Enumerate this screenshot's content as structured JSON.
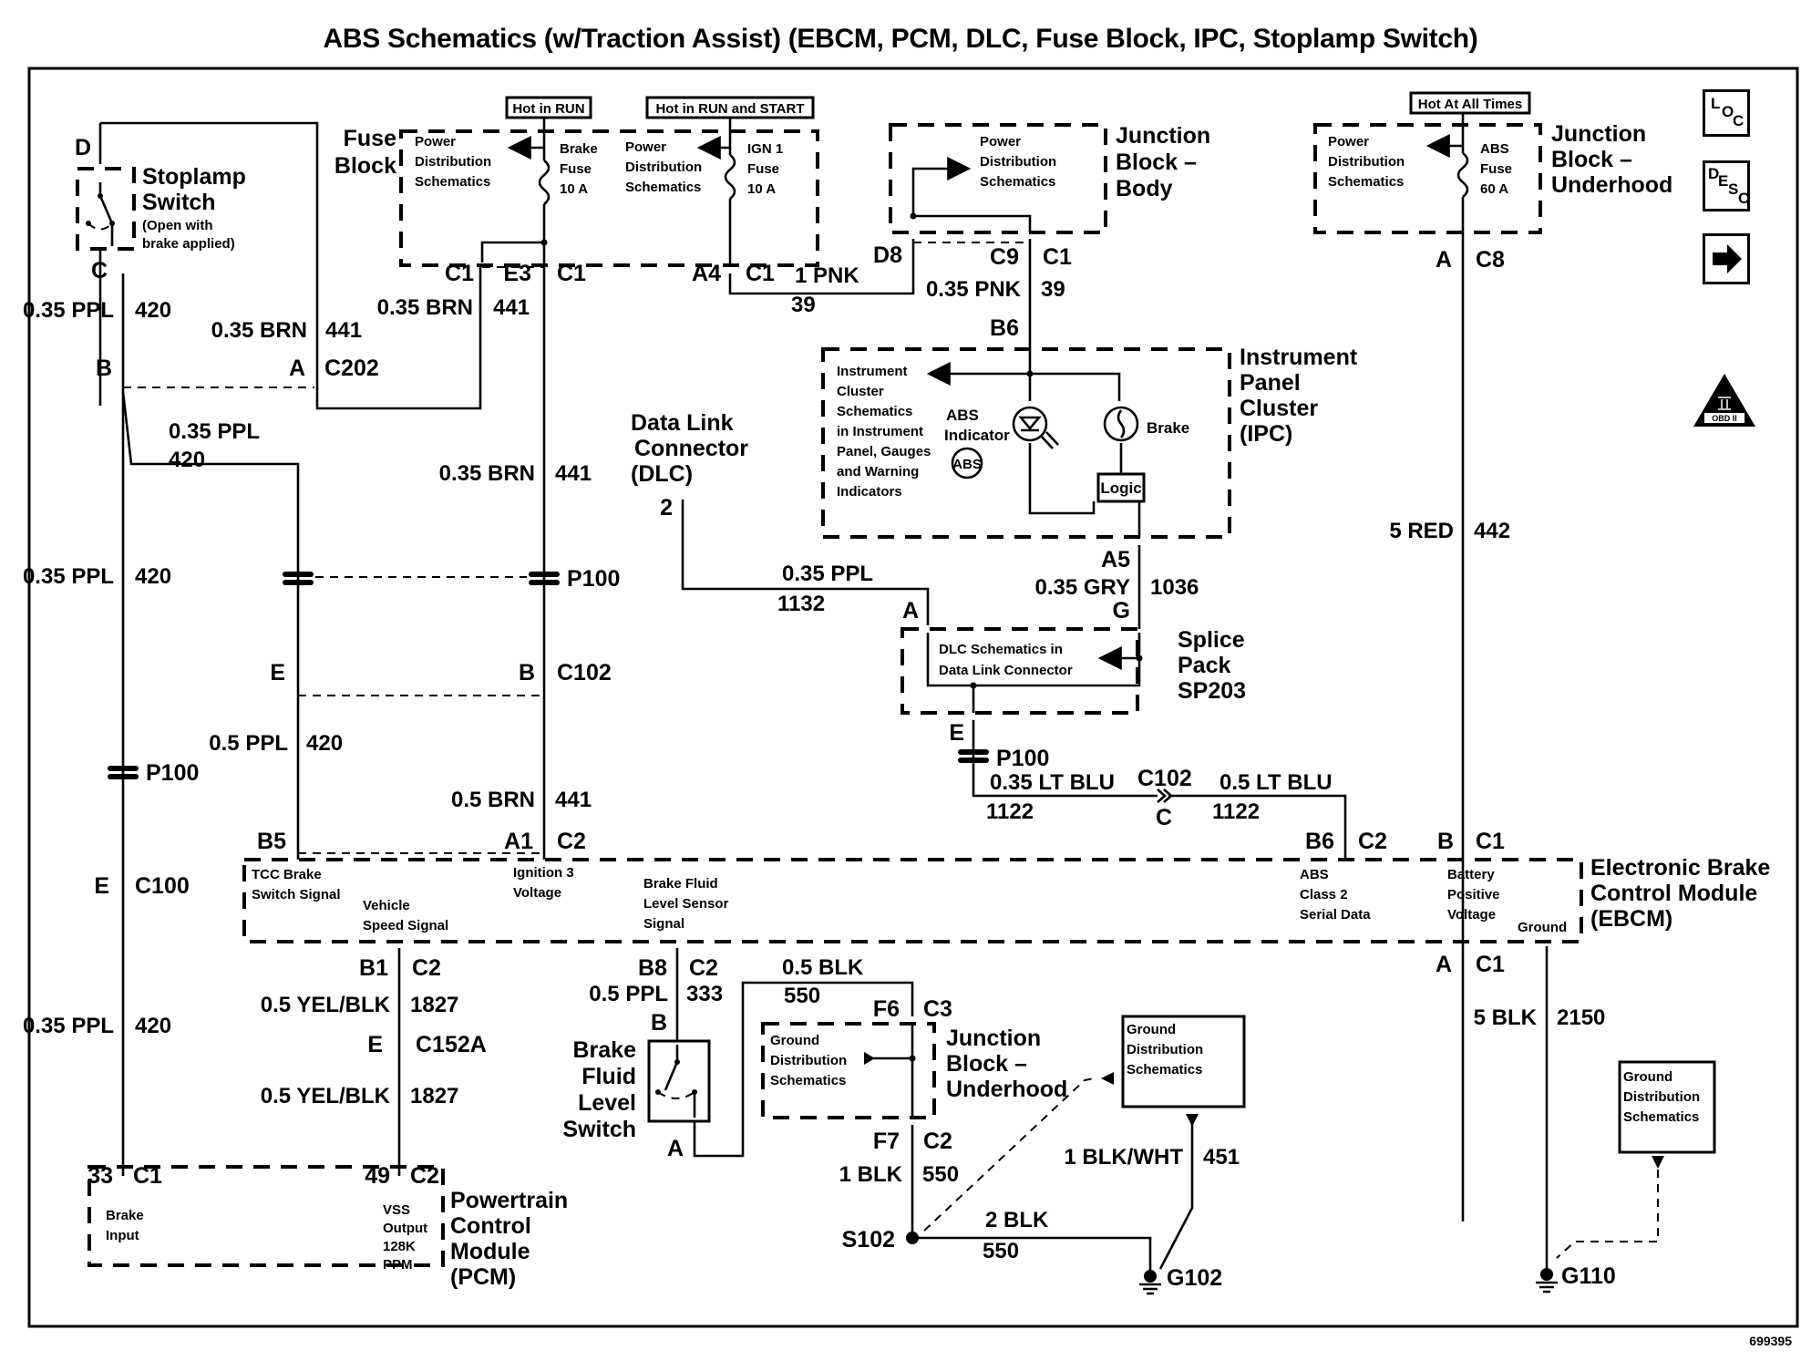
{
  "title": "ABS Schematics (w/Traction Assist) (EBCM, PCM, DLC, Fuse Block, IPC, Stoplamp Switch)",
  "figure_id": "699395",
  "nav": {
    "loc_letters": [
      "L",
      "O",
      "C"
    ],
    "desc_letters": [
      "D",
      "E",
      "S",
      "C"
    ],
    "next_icon": "right-arrow-icon",
    "obd_badge": "OBD II"
  },
  "power_labels": {
    "hot_in_run": "Hot in RUN",
    "hot_in_run_start": "Hot in RUN and START",
    "hot_at_all_times": "Hot At All Times"
  },
  "components": {
    "fuse_block": {
      "name": [
        "Fuse",
        "Block"
      ]
    },
    "power_dist_1": [
      "Power",
      "Distribution",
      "Schematics"
    ],
    "brake_fuse": [
      "Brake",
      "Fuse",
      "10 A"
    ],
    "ign1_fuse": [
      "IGN 1",
      "Fuse",
      "10 A"
    ],
    "jb_body": {
      "name": [
        "Junction",
        "Block –",
        "Body"
      ]
    },
    "jb_underhood_top": {
      "name": [
        "Junction",
        "Block –",
        "Underhood"
      ]
    },
    "abs_fuse": [
      "ABS",
      "Fuse",
      "60 A"
    ],
    "stoplamp": {
      "name": [
        "Stoplamp",
        "Switch"
      ],
      "note": [
        "(Open with",
        "brake applied)"
      ]
    },
    "ipc": {
      "name": [
        "Instrument",
        "Panel",
        "Cluster",
        "(IPC)"
      ],
      "ref": [
        "Instrument",
        "Cluster",
        "Schematics",
        "in Instrument",
        "Panel, Gauges",
        "and Warning",
        "Indicators"
      ],
      "abs_indicator": [
        "ABS",
        "Indicator"
      ],
      "abs_symbol": "ABS",
      "brake": "Brake",
      "logic": "Logic"
    },
    "dlc": {
      "name": [
        "Data Link",
        "Connector",
        "(DLC)"
      ],
      "pin": "2"
    },
    "splice_pack": {
      "name": [
        "Splice",
        "Pack",
        "SP203"
      ],
      "ref": [
        "DLC Schematics in",
        "Data Link  Connector"
      ]
    },
    "ebcm": {
      "name": [
        "Electronic Brake",
        "Control Module",
        "(EBCM)"
      ],
      "pins": {
        "tcc": [
          "TCC Brake",
          "Switch Signal"
        ],
        "vss": [
          "Vehicle",
          "Speed Signal"
        ],
        "ign3": [
          "Ignition 3",
          "Voltage"
        ],
        "bfl": [
          "Brake Fluid",
          "Level Sensor",
          "Signal"
        ],
        "class2": [
          "ABS",
          "Class 2",
          "Serial Data"
        ],
        "batt": [
          "Battery",
          "Positive",
          "Voltage"
        ],
        "gnd": "Ground"
      }
    },
    "pcm": {
      "name": [
        "Powertrain",
        "Control",
        "Module",
        "(PCM)"
      ],
      "brake_input": [
        "Brake",
        "Input"
      ],
      "vss_output": [
        "VSS",
        "Output",
        "128K",
        "PPM"
      ]
    },
    "brake_fluid_switch": {
      "name": [
        "Brake",
        "Fluid",
        "Level",
        "Switch"
      ]
    },
    "jb_underhood_bottom": {
      "name": [
        "Junction",
        "Block –",
        "Underhood"
      ],
      "ref": [
        "Ground",
        "Distribution",
        "Schematics"
      ]
    },
    "ground_dist_1": [
      "Ground",
      "Distribution",
      "Schematics"
    ],
    "ground_dist_2": [
      "Ground",
      "Distribution",
      "Schematics"
    ]
  },
  "connectors": {
    "stop_D": "D",
    "stop_C": "C",
    "c202_B": "B",
    "c202_A": "A",
    "c202": "C202",
    "fb_C1a": "C1",
    "fb_E3": "E3",
    "fb_C1b": "C1",
    "fb_A4": "A4",
    "fb_C1c": "C1",
    "jb_D8": "D8",
    "jb_C9": "C9",
    "jb_C1": "C1",
    "ipc_B6": "B6",
    "ipc_A5": "A5",
    "jbu_A": "A",
    "jbu_C8": "C8",
    "sp_A": "A",
    "sp_G": "G",
    "sp_E": "E",
    "p100_left": "P100",
    "p100_mid": "P100",
    "p100_dlc": "P100",
    "c102_E": "E",
    "c102_B": "B",
    "c102": "C102",
    "c102_dlc": "C102",
    "c102_dlc_C": "C",
    "c100_E": "E",
    "c100": "C100",
    "ebcm_B5": "B5",
    "ebcm_A1": "A1",
    "ebcm_C2a": "C2",
    "ebcm_B6": "B6",
    "ebcm_C2b": "C2",
    "ebcm_B": "B",
    "ebcm_C1": "C1",
    "ebcm_B1": "B1",
    "ebcm_C2c": "C2",
    "ebcm_B8": "B8",
    "ebcm_C2d": "C2",
    "ebcm_A": "A",
    "ebcm_C1g": "C1",
    "c152_E": "E",
    "c152": "C152A",
    "pcm_33": "33",
    "pcm_C1": "C1",
    "pcm_49": "49",
    "pcm_C2": "C2",
    "bfl_B": "B",
    "bfl_A": "A",
    "jbu_F6": "F6",
    "jbu_C3": "C3",
    "jbu_F7": "F7",
    "jbu_C2": "C2",
    "s102": "S102",
    "g102": "G102",
    "g110": "G110"
  },
  "wires": [
    {
      "id": "w420_top",
      "gauge_color": "0.35 PPL",
      "circuit": "420"
    },
    {
      "id": "w441_c202",
      "gauge_color": "0.35 BRN",
      "circuit": "441"
    },
    {
      "id": "w441_fb",
      "gauge_color": "0.35 BRN",
      "circuit": "441"
    },
    {
      "id": "w420_branch",
      "gauge_color": "0.35 PPL",
      "circuit": "420"
    },
    {
      "id": "w441_mid",
      "gauge_color": "0.35 BRN",
      "circuit": "441"
    },
    {
      "id": "w420_mid",
      "gauge_color": "0.35 PPL",
      "circuit": "420"
    },
    {
      "id": "w420_ebcm",
      "gauge_color": "0.5 PPL",
      "circuit": "420"
    },
    {
      "id": "w441_ebcm",
      "gauge_color": "0.5 BRN",
      "circuit": "441"
    },
    {
      "id": "w39_a",
      "gauge_color": "1 PNK",
      "circuit": "39"
    },
    {
      "id": "w39_b",
      "gauge_color": "0.35 PNK",
      "circuit": "39"
    },
    {
      "id": "w1132",
      "gauge_color": "0.35 PPL",
      "circuit": "1132"
    },
    {
      "id": "w1036",
      "gauge_color": "0.35 GRY",
      "circuit": "1036"
    },
    {
      "id": "w1122_a",
      "gauge_color": "0.35 LT BLU",
      "circuit": "1122"
    },
    {
      "id": "w1122_b",
      "gauge_color": "0.5 LT BLU",
      "circuit": "1122"
    },
    {
      "id": "w442",
      "gauge_color": "5 RED",
      "circuit": "442"
    },
    {
      "id": "w1827_a",
      "gauge_color": "0.5 YEL/BLK",
      "circuit": "1827"
    },
    {
      "id": "w1827_b",
      "gauge_color": "0.5 YEL/BLK",
      "circuit": "1827"
    },
    {
      "id": "w420_pcm",
      "gauge_color": "0.35 PPL",
      "circuit": "420"
    },
    {
      "id": "w333",
      "gauge_color": "0.5 PPL",
      "circuit": "333"
    },
    {
      "id": "w550_a",
      "gauge_color": "0.5 BLK",
      "circuit": "550"
    },
    {
      "id": "w550_b",
      "gauge_color": "1 BLK",
      "circuit": "550"
    },
    {
      "id": "w550_c",
      "gauge_color": "2 BLK",
      "circuit": "550"
    },
    {
      "id": "w451",
      "gauge_color": "1 BLK/WHT",
      "circuit": "451"
    },
    {
      "id": "w2150",
      "gauge_color": "5 BLK",
      "circuit": "2150"
    }
  ]
}
